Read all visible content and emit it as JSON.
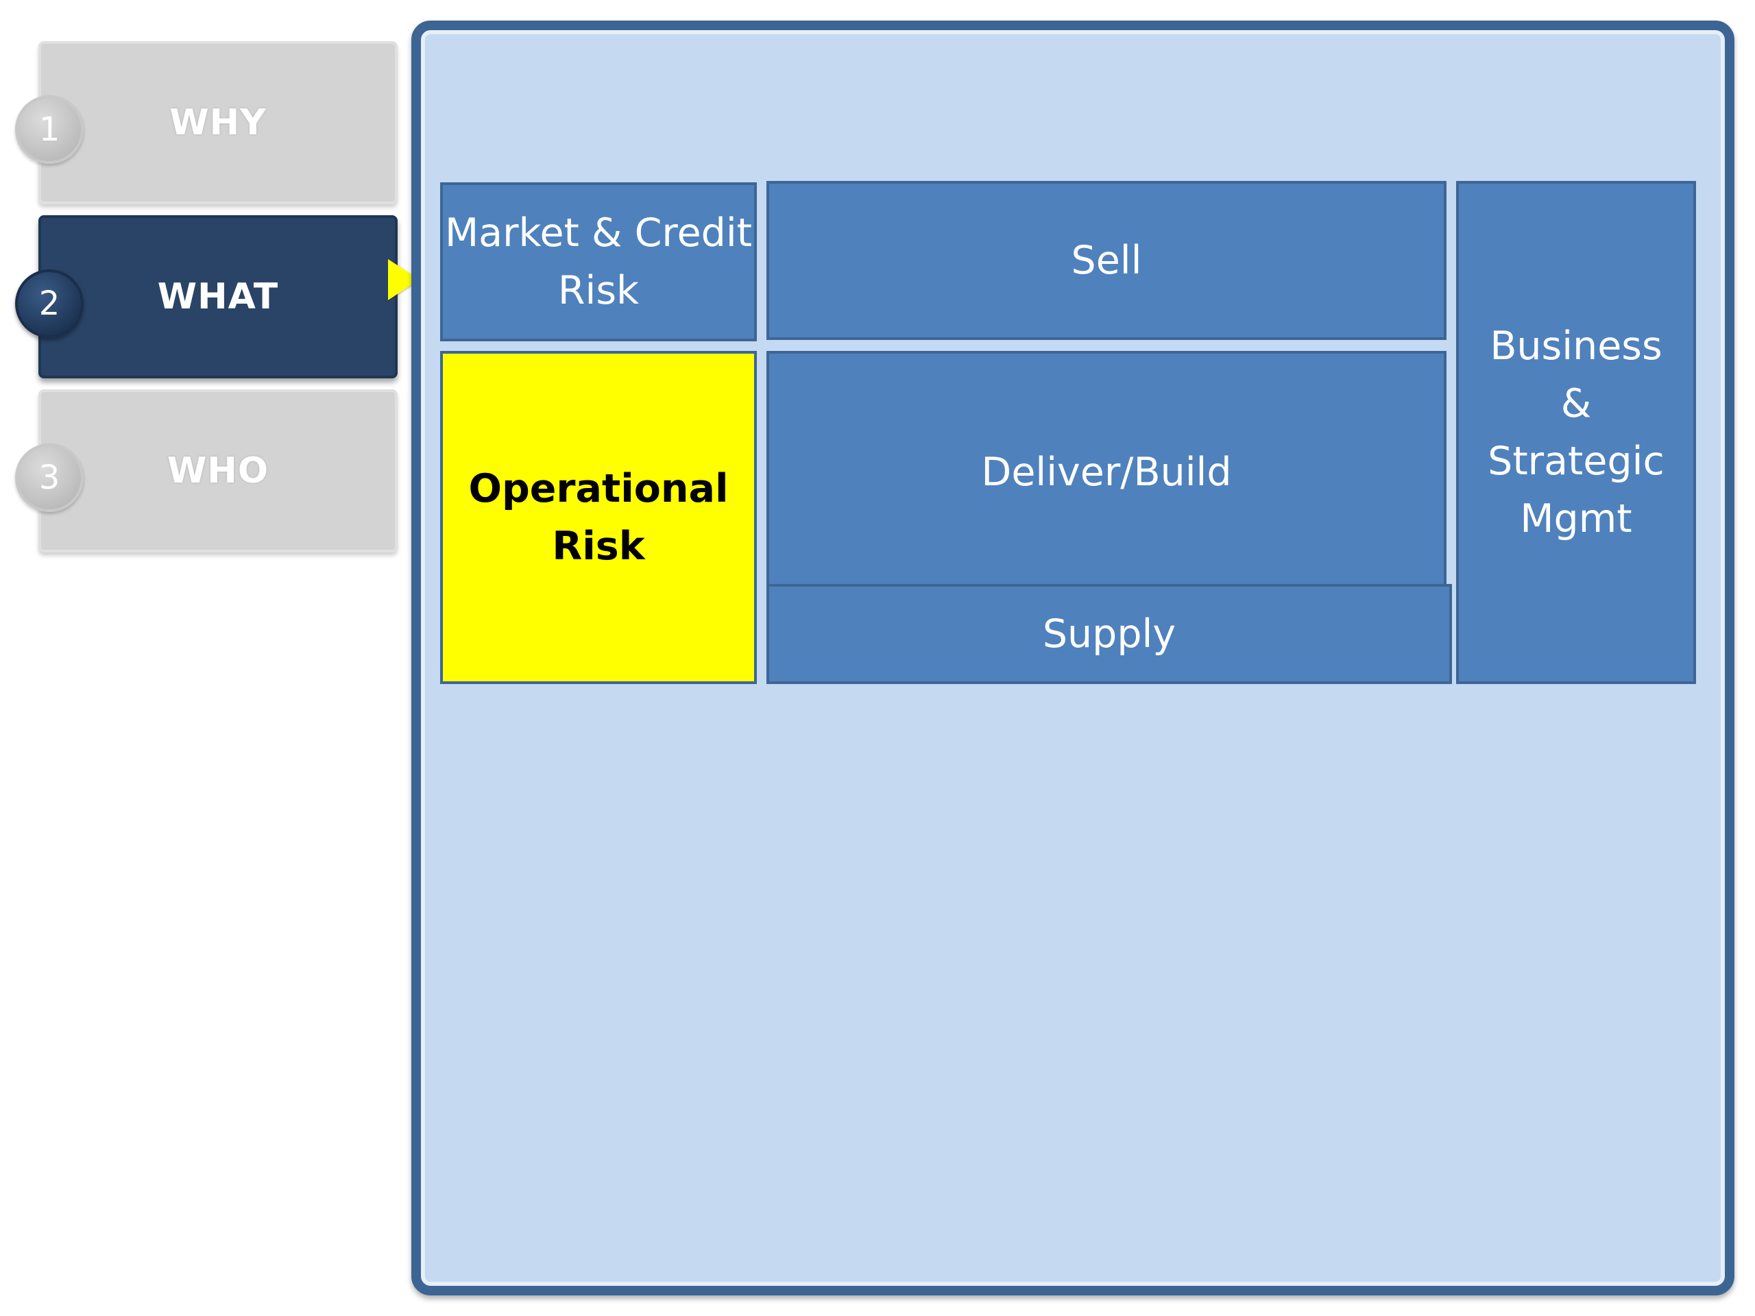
{
  "steps": [
    {
      "number": "1",
      "label": "WHY",
      "state": "inactive"
    },
    {
      "number": "2",
      "label": "WHAT",
      "state": "active"
    },
    {
      "number": "3",
      "label": "WHO",
      "state": "inactive"
    }
  ],
  "indicator": {
    "icon": "yellow-triangle-pointer",
    "color": "#ffff00"
  },
  "grid": {
    "market_credit_risk": "Market & Credit Risk",
    "operational_risk": "Operational Risk",
    "sell": "Sell",
    "deliver_build": "Deliver/Build",
    "supply": "Supply",
    "business_strategic_mgmt": "Business & Strategic Mgmt"
  },
  "colors": {
    "panel_fill": "#c5d9f1",
    "panel_border": "#3c6594",
    "box_fill": "#4f81bd",
    "highlight_fill": "#ffff00",
    "active_step": "#2a4467",
    "inactive_step": "#d3d3d3"
  }
}
